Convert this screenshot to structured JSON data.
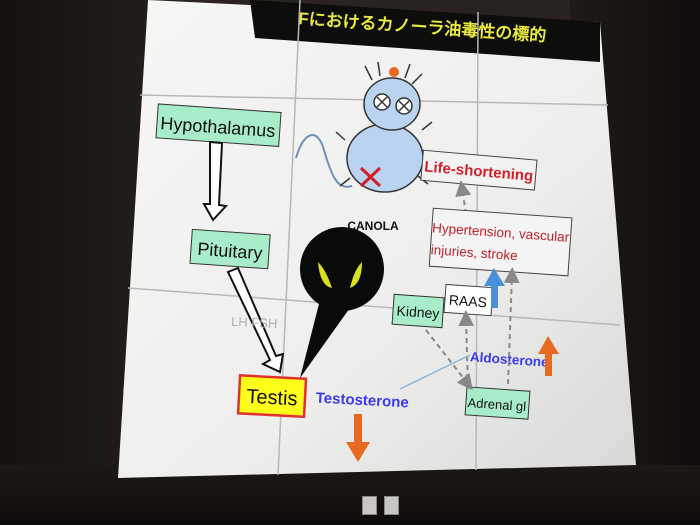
{
  "slide": {
    "title": "Fにおけるカノーラ油毒性の標的",
    "labels": {
      "hypothalamus": "Hypothalamus",
      "pituitary": "Pituitary",
      "lh_fsh": "LH FSH",
      "testis": "Testis",
      "testosterone": "Testosterone",
      "canola": "CANOLA",
      "life_shortening": "Life-shortening",
      "hypertension": "Hypertension, vascular",
      "injuries": "injuries, stroke",
      "raas": "RAAS",
      "kidney": "Kidney",
      "aldosterone": "Aldosterone",
      "adrenal": "Adrenal gl"
    },
    "colors": {
      "box_green": "#a8ecc9",
      "testis_yellow": "#ffff1a",
      "testis_border": "#e03030",
      "red_text": "#d0202a",
      "blue_text": "#3a3af0",
      "title_text": "#e8e840",
      "up_arrow_blue": "#4a90d8",
      "orange_arrow": "#e86a20"
    },
    "icons": [
      "rat-icon",
      "canola-drop-icon",
      "no-sign-icon",
      "down-arrow-icon",
      "up-arrow-icon"
    ]
  }
}
